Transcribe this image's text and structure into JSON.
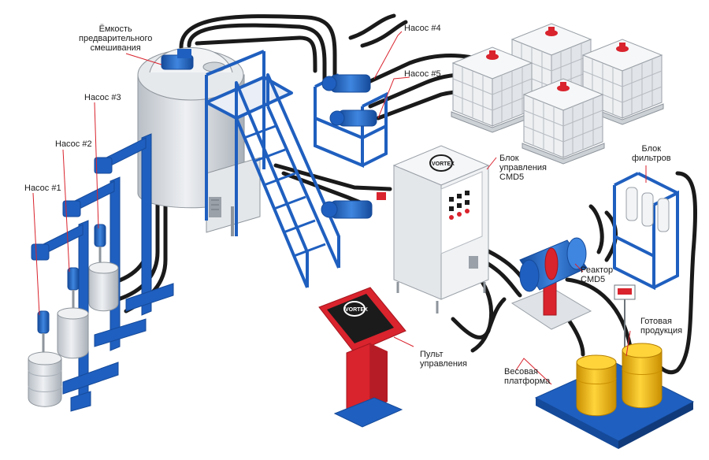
{
  "labels": {
    "tank": [
      "Ёмкость",
      "предварительного",
      "смешивания"
    ],
    "pump1": "Насос #1",
    "pump2": "Насос #2",
    "pump3": "Насос #3",
    "pump4": "Насос #4",
    "pump5": "Насос #5",
    "control_block": [
      "Блок",
      "управления",
      "CMD5"
    ],
    "filter_block": [
      "Блок",
      "фильтров"
    ],
    "reactor": [
      "Реактор",
      "CMD5"
    ],
    "finished_product": [
      "Готовая",
      "продукция"
    ],
    "weighing_platform": [
      "Весовая",
      "платформа"
    ],
    "control_panel": [
      "Пульт",
      "управления"
    ]
  },
  "logo_text": "VORTEX",
  "colors": {
    "frame_blue": "#1f5fbf",
    "frame_blue_dark": "#154a9a",
    "pipe": "#1a1a1a",
    "leader": "#d9232d",
    "barrel_yellow": "#f2b705",
    "steel": "#d9dde2",
    "cabinet": "#eceff2",
    "panel_red": "#d9232d"
  }
}
